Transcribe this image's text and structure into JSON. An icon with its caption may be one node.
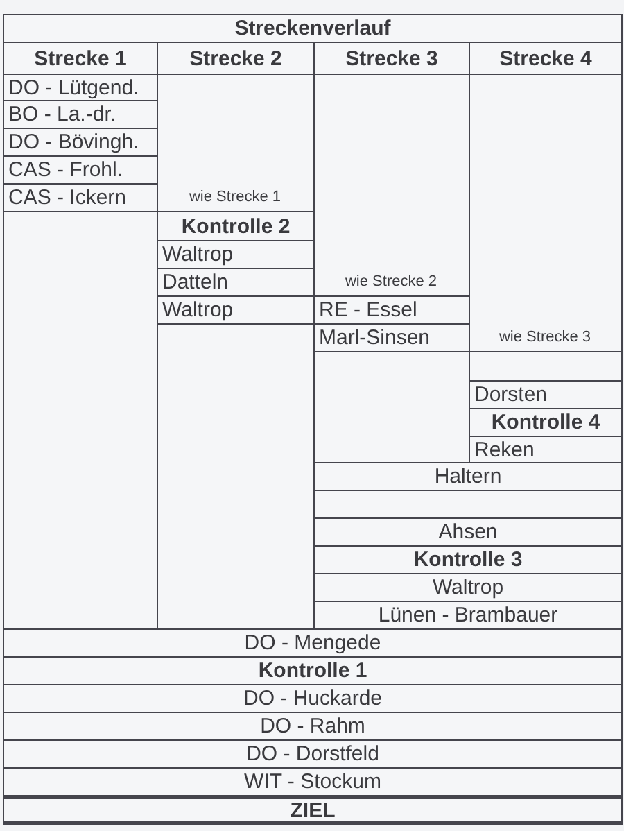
{
  "diagram": {
    "title": "Streckenverlauf",
    "labels": [
      "Strecke 1",
      "Strecke 2",
      "Strecke 3",
      "Strecke 4",
      "DO - Lütgend.",
      "BO - La.-dr.",
      "DO - Bövingh.",
      "CAS - Frohl.",
      "CAS - Ickern",
      "wie Strecke 1",
      "Kontrolle 2",
      "Waltrop",
      "Datteln",
      "wie Strecke 2",
      "Waltrop",
      "RE - Essel",
      "Marl-Sinsen",
      "wie Strecke 3",
      "Dorsten",
      "Kontrolle 4",
      "Reken",
      "Haltern",
      "Ahsen",
      "Kontrolle 3",
      "Waltrop",
      "Lünen - Brambauer",
      "DO - Mengede",
      "Kontrolle 1",
      "DO - Huckarde",
      "DO - Rahm",
      "DO - Dorstfeld",
      "WIT - Stockum",
      "ZIEL"
    ]
  }
}
